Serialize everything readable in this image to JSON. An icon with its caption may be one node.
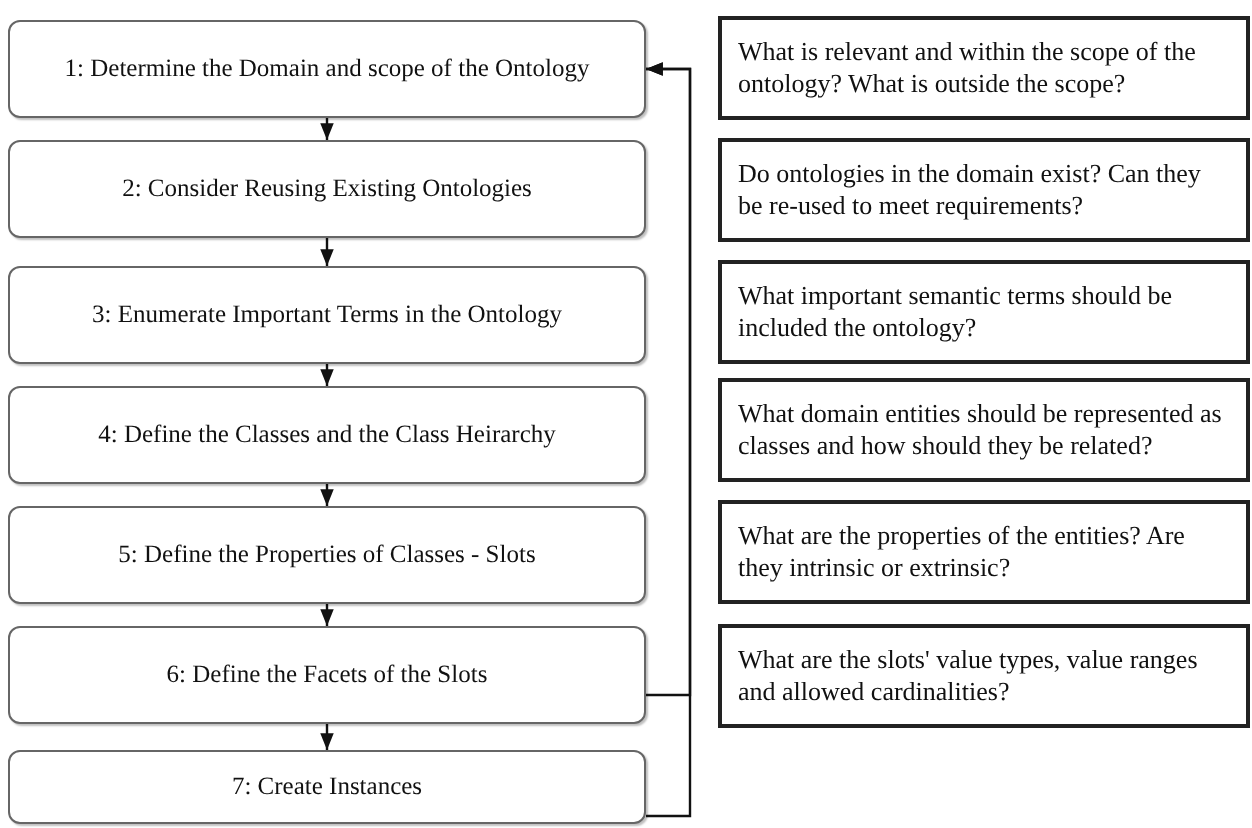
{
  "diagram": {
    "nodes": [
      {
        "text": [
          "1: Determine the Domain and scope of the Ontology"
        ]
      },
      {
        "text": [
          "2: Consider Reusing Existing Ontologies"
        ]
      },
      {
        "text": [
          "3: Enumerate Important Terms in the Ontology"
        ]
      },
      {
        "text": [
          "4: Define the Classes and the Class Heirarchy"
        ]
      },
      {
        "text": [
          "5: Define the Properties of Classes - Slots"
        ]
      },
      {
        "text": [
          "6: Define the Facets of the Slots"
        ]
      },
      {
        "text": [
          "7: Create Instances"
        ]
      },
      {
        "text": [
          "What is relevant and within the scope of the ontology? What is outside the scope?"
        ]
      },
      {
        "text": [
          "Do ontologies in the domain exist? Can they be re-used to meet requirements?"
        ]
      },
      {
        "text": [
          "What important semantic terms should be included the ontology?"
        ]
      },
      {
        "text": [
          "What domain entities should be represented as classes and how should they be related?"
        ]
      },
      {
        "text": [
          "What are the properties of the entities? Are they intrinsic or extrinsic?"
        ]
      },
      {
        "text": [
          "What are the slots' value types, value ranges and allowed cardinalities?"
        ]
      }
    ],
    "edges": [
      {
        "from": 0,
        "to": 1,
        "arrow": "to"
      },
      {
        "from": 1,
        "to": 2,
        "arrow": "to"
      },
      {
        "from": 2,
        "to": 3,
        "arrow": "to"
      },
      {
        "from": 3,
        "to": 4,
        "arrow": "to"
      },
      {
        "from": 4,
        "to": 5,
        "arrow": "to"
      },
      {
        "from": 5,
        "to": 6,
        "arrow": "to"
      },
      {
        "from": 5,
        "to": 0,
        "arrow": "to"
      },
      {
        "from": 6,
        "to": 0,
        "arrow": "to"
      }
    ]
  }
}
